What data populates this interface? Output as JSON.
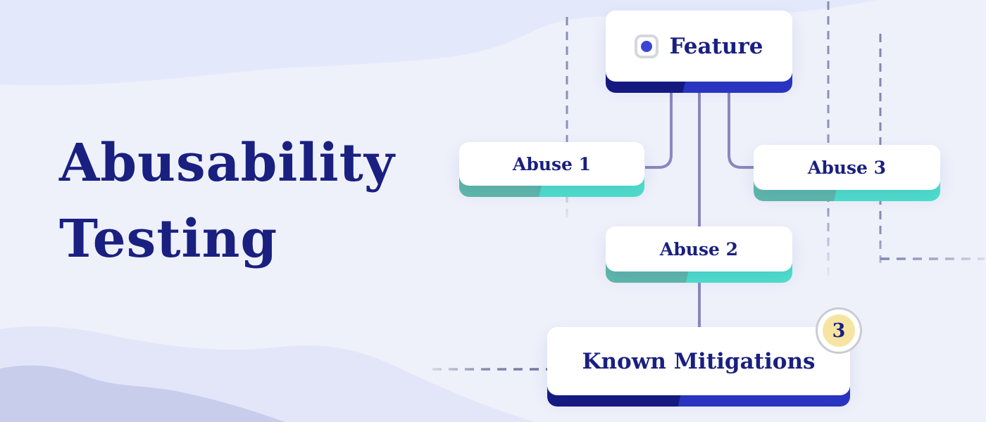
{
  "heading": {
    "line1": "Abusability",
    "line2": "Testing"
  },
  "diagram": {
    "nodes": [
      {
        "id": "feature",
        "label": "Feature",
        "accent": "blue",
        "icon": "target-dot-icon"
      },
      {
        "id": "abuse-1",
        "label": "Abuse 1",
        "accent": "teal"
      },
      {
        "id": "abuse-2",
        "label": "Abuse 2",
        "accent": "teal"
      },
      {
        "id": "abuse-3",
        "label": "Abuse 3",
        "accent": "teal"
      },
      {
        "id": "known-mitigations",
        "label": "Known Mitigations",
        "accent": "blue",
        "badge": "3"
      }
    ],
    "edges": [
      {
        "from": "feature",
        "to": "abuse-1"
      },
      {
        "from": "feature",
        "to": "abuse-2"
      },
      {
        "from": "feature",
        "to": "abuse-3"
      },
      {
        "from": "abuse-2",
        "to": "known-mitigations"
      }
    ]
  },
  "colors": {
    "navy": "#1a2080",
    "bg_base": "#eef1fa",
    "wave_top": "#e4e8fb",
    "wave_mid": "#e3e6f8",
    "wave_dark": "#c9cdec",
    "blue_dark": "#141a80",
    "blue_bright": "#2a35c4",
    "teal_dark": "#5fb9ac",
    "teal_bright": "#4fe0cd",
    "icon_blue": "#3a46d2",
    "badge_yellow": "#f6e5a2",
    "badge_ring": "#c9ccd3",
    "connector": "#8a87bf",
    "dash": "#8487b7"
  }
}
